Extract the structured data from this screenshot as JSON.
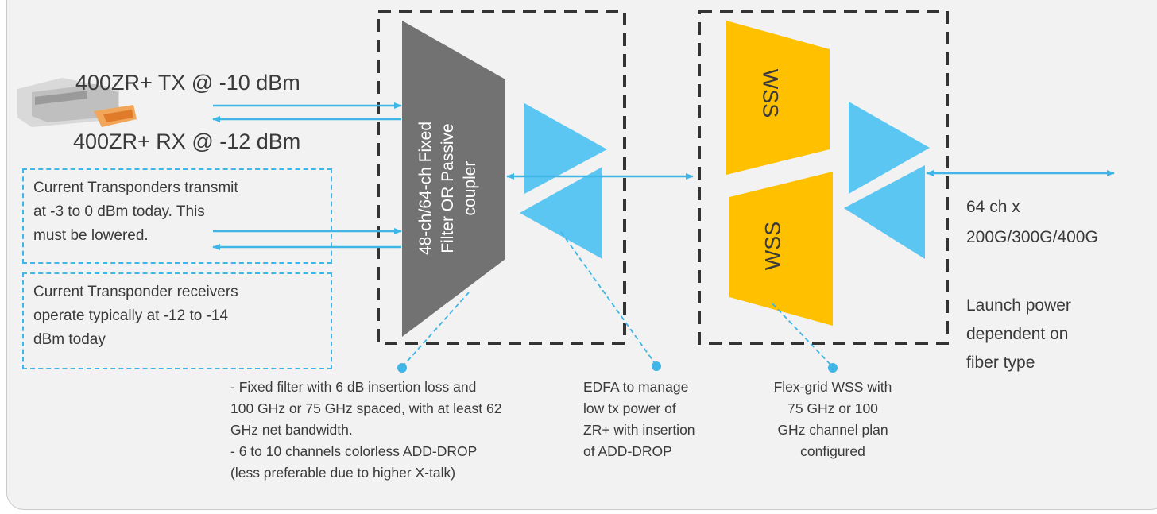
{
  "transceiver": {
    "tx_label": "400ZR+ TX @ -10 dBm",
    "rx_label": "400ZR+ RX @ -12 dBm"
  },
  "callouts": {
    "transmit": [
      "Current Transponders transmit",
      "at -3 to 0 dBm today. This",
      "must be lowered."
    ],
    "receive": [
      "Current Transponder receivers",
      "operate typically at -12 to -14",
      "dBm today"
    ]
  },
  "filter": {
    "label_lines": [
      "48-ch/64-ch Fixed",
      "Filter OR Passive",
      "coupler"
    ]
  },
  "wss": {
    "top_label": "WSS",
    "bottom_label": "WSS"
  },
  "output": {
    "channels": [
      "64 ch x",
      "200G/300G/400G"
    ],
    "launch": [
      "Launch power",
      "dependent on",
      "fiber type"
    ]
  },
  "notes": {
    "filter_note": [
      "- Fixed filter with 6 dB insertion loss and",
      "100 GHz or 75 GHz spaced, with at least 62",
      "GHz net bandwidth.",
      "- 6 to 10 channels colorless ADD-DROP",
      "(less preferable due to higher X-talk)"
    ],
    "edfa_note": [
      "EDFA to manage",
      "low tx power of",
      "ZR+ with insertion",
      "of ADD-DROP"
    ],
    "wss_note": [
      "Flex-grid WSS with",
      "75 GHz or 100",
      "GHz channel plan",
      "configured"
    ]
  },
  "colors": {
    "arrow": "#3fb6e6",
    "amplifier": "#5bc6f2",
    "filter": "#727272",
    "wss": "#ffc000",
    "dashed_box": "#333333"
  }
}
